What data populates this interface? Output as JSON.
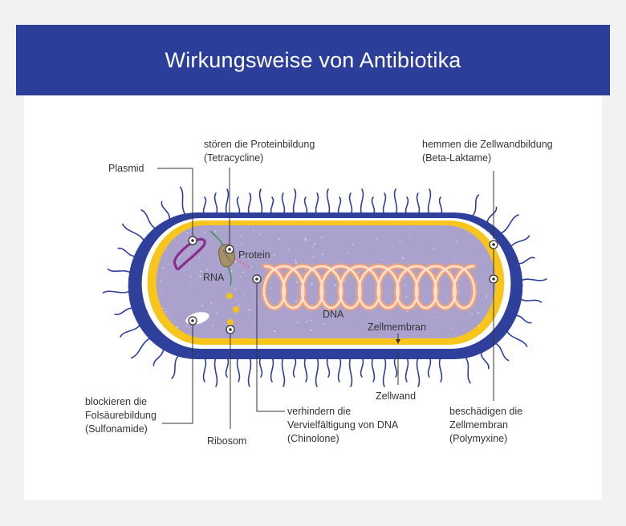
{
  "header": {
    "title": "Wirkungsweise von Antibiotika"
  },
  "labels": {
    "plasmid": "Plasmid",
    "protein_synthesis": [
      "stören die Proteinbildung",
      "(Tetracycline)"
    ],
    "cell_wall_synthesis": [
      "hemmen die Zellwandbildung",
      "(Beta-Laktame)"
    ],
    "folic_acid": [
      "blockieren die",
      "Folsäurebildung",
      "(Sulfonamide)"
    ],
    "ribosome": "Ribosom",
    "dna_replication": [
      "verhindern die",
      "Vervielfältigung von DNA",
      "(Chinolone)"
    ],
    "cell_wall": "Zellwand",
    "membrane_damage": [
      "beschädigen die",
      "Zellmembran",
      "(Polymyxine)"
    ],
    "protein": "Protein",
    "rna": "RNA",
    "dna": "DNA",
    "cell_membrane": "Zellmembran"
  },
  "colors": {
    "banner": "#2b3f9a",
    "cell_wall": "#2e3f9c",
    "membrane": "#f7c51c",
    "cytoplasm": "#aaa2cd",
    "dna": "#f6b48a",
    "plasmid": "#8a2c8c",
    "rna": "#3a9a55",
    "ribosome_dot": "#f3c21a"
  }
}
